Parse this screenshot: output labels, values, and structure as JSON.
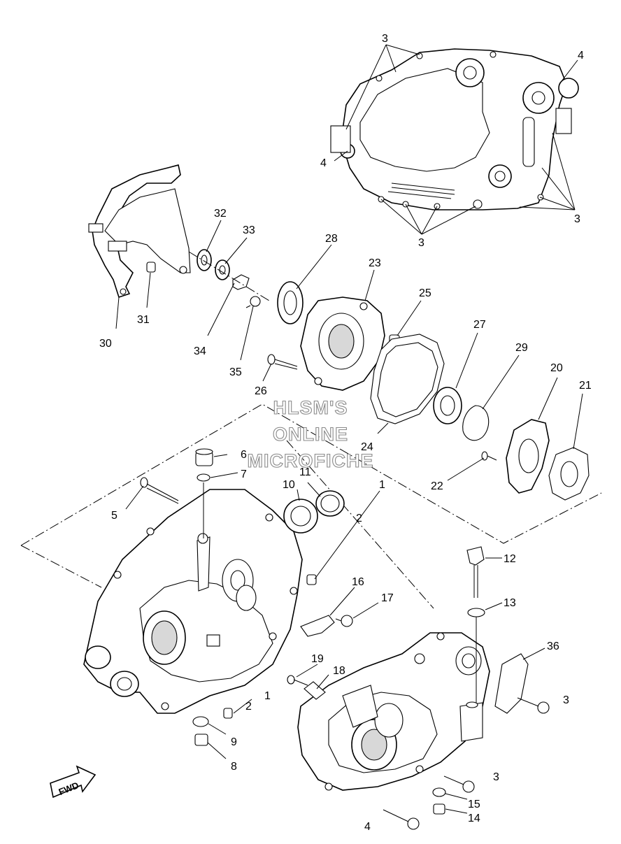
{
  "watermark": {
    "line1": "HLSM'S",
    "line2": "ONLINE",
    "line3": "MICROFICHE"
  },
  "fwd_badge": "FWD",
  "callouts": {
    "c3_top": "3",
    "c4_top": "4",
    "c4_left": "4",
    "c3_right": "3",
    "c3_bottom": "3",
    "c32": "32",
    "c33": "33",
    "c28": "28",
    "c23": "23",
    "c25": "25",
    "c27": "27",
    "c29": "29",
    "c20": "20",
    "c21": "21",
    "c30": "30",
    "c31": "31",
    "c34": "34",
    "c35": "35",
    "c26": "26",
    "c24": "24",
    "c22": "22",
    "c6": "6",
    "c7": "7",
    "c11": "11",
    "c10": "10",
    "c1a": "1",
    "c2a": "2",
    "c5": "5",
    "c12": "12",
    "c13": "13",
    "c16": "16",
    "c17": "17",
    "c36": "36",
    "c19": "19",
    "c18": "18",
    "c2b": "2",
    "c1b": "1",
    "c9": "9",
    "c8": "8",
    "c3_bolt": "3",
    "c3_lower": "3",
    "c15": "15",
    "c14": "14",
    "c4_bottom": "4"
  }
}
